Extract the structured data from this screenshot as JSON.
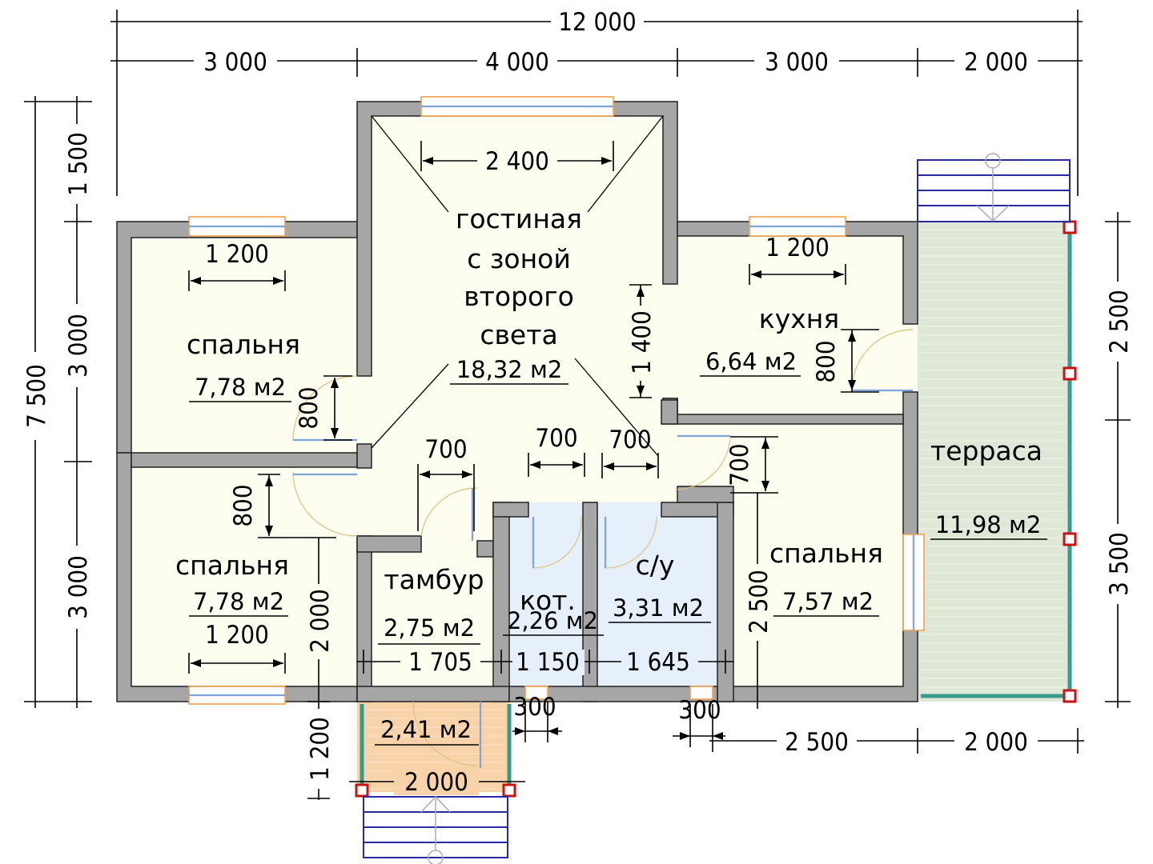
{
  "plan": {
    "units": "mm",
    "overall": {
      "width": "12 000",
      "depth": "7 500"
    },
    "top_dims": [
      "3 000",
      "4 000",
      "3 000",
      "2 000"
    ],
    "left_dims": [
      "1 500",
      "3 000",
      "3 000"
    ],
    "right_dims": [
      "2 500",
      "3 500"
    ],
    "bottom_dims": [
      "2 500",
      "2 000"
    ],
    "inner_dims": {
      "living_window": "2 400",
      "bedroom_nw_window": "1 200",
      "kitchen_window": "1 200",
      "bedroom_sw_window": "1 200",
      "bedroom_nw_door": "800",
      "bedroom_sw_door": "800",
      "kitchen_door": "800",
      "kitchen_opening": "1 400",
      "vestibule_door": "700",
      "boiler_door": "700",
      "wc_door": "700",
      "bedroom_se_door": "700",
      "vestibule_width": "1 705",
      "boiler_width": "1 150",
      "wc_width": "1 645",
      "bedroom_se_depth": "2 500",
      "corridor_depth": "2 000",
      "porch_depth": "1 200",
      "porch_width": "2 000",
      "boiler_vent": "300",
      "wc_vent": "300"
    },
    "rooms": [
      {
        "id": "living",
        "name_lines": [
          "гостиная",
          "с зоной",
          "второго",
          "света"
        ],
        "area": "18,32 м2"
      },
      {
        "id": "bedroom_nw",
        "name": "спальня",
        "area": "7,78 м2"
      },
      {
        "id": "bedroom_sw",
        "name": "спальня",
        "area": "7,78 м2"
      },
      {
        "id": "kitchen",
        "name": "кухня",
        "area": "6,64 м2"
      },
      {
        "id": "bedroom_se",
        "name": "спальня",
        "area": "7,57 м2"
      },
      {
        "id": "vestibule",
        "name": "тамбур",
        "area": "2,75 м2"
      },
      {
        "id": "boiler",
        "name": "кот.",
        "area": "2,26 м2"
      },
      {
        "id": "wc",
        "name": "с/у",
        "area": "3,31 м2"
      },
      {
        "id": "terrace",
        "name": "терраса",
        "area": "11,98 м2"
      },
      {
        "id": "porch",
        "name": "",
        "area": "2,41 м2"
      }
    ],
    "colors": {
      "wall": "#a6a6a6",
      "floor": "#fdfdf0",
      "wet_floor": "#e6f0fa",
      "terrace": "#dfe8d6",
      "porch": "#f8d2a8",
      "stairs": "#2a2aa0",
      "posts": "#cc1111",
      "window_frame": "#f0a050"
    }
  }
}
